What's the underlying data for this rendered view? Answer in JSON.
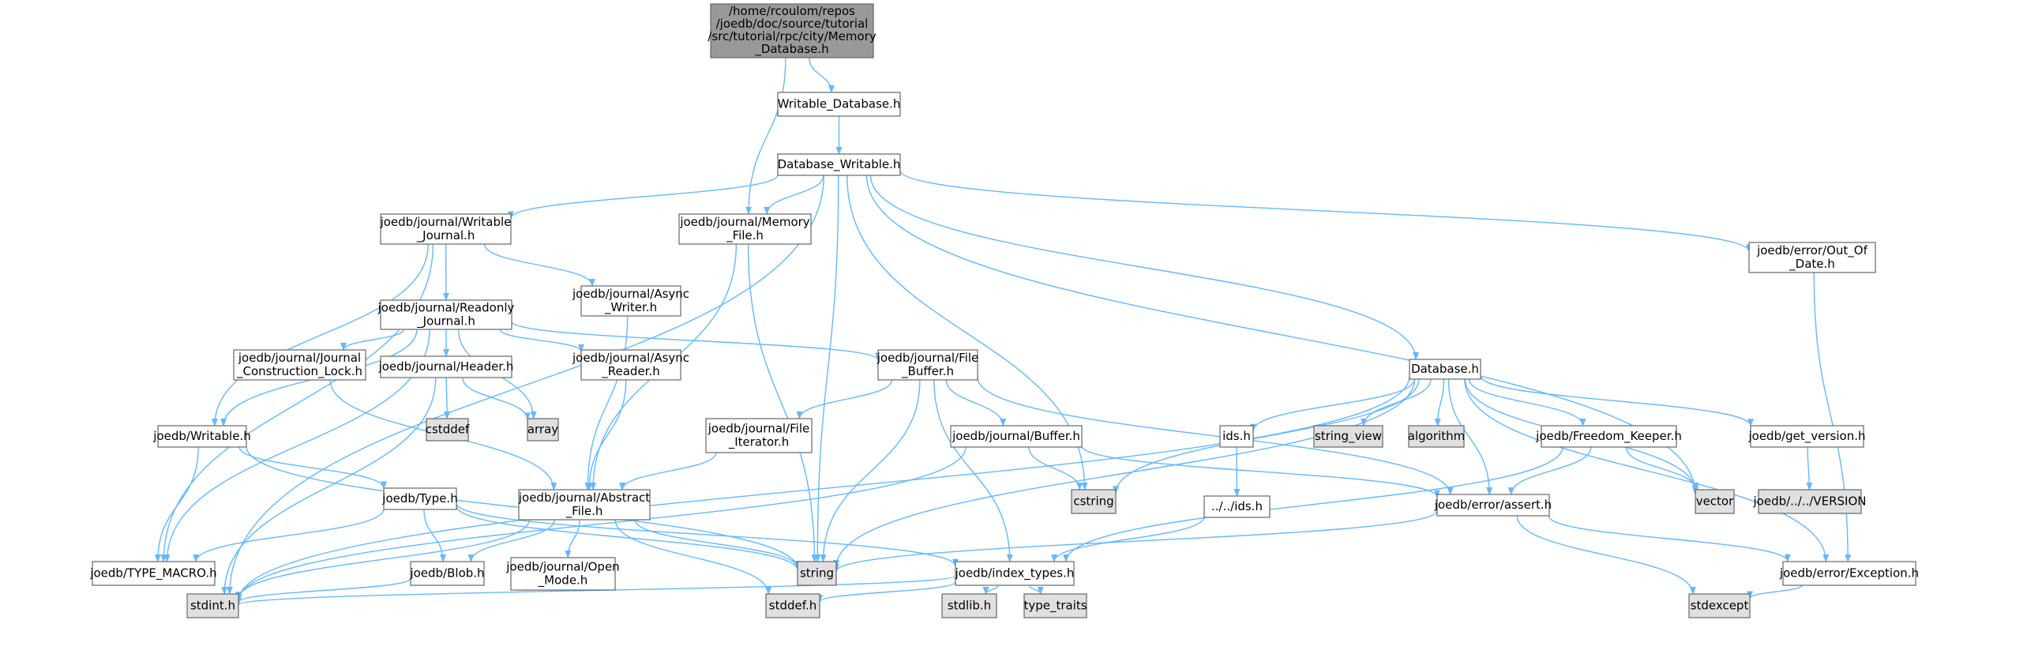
{
  "colors": {
    "edge": "#63b8ff",
    "root_fill": "#999999",
    "node_fill": "#ffffff",
    "system_fill": "#e0e0e0",
    "border": "#666666"
  },
  "nodes": [
    {
      "id": "root",
      "lines": [
        "/home/rcoulom/repos",
        "/joedb/doc/source/tutorial",
        "/src/tutorial/rpc/city/Memory",
        "_Database.h"
      ],
      "kind": "root"
    },
    {
      "id": "writable_database",
      "lines": [
        "Writable_Database.h"
      ],
      "kind": "file"
    },
    {
      "id": "database_writable",
      "lines": [
        "Database_Writable.h"
      ],
      "kind": "file"
    },
    {
      "id": "writable_journal",
      "lines": [
        "joedb/journal/Writable",
        "_Journal.h"
      ],
      "kind": "file"
    },
    {
      "id": "memory_file",
      "lines": [
        "joedb/journal/Memory",
        "_File.h"
      ],
      "kind": "file"
    },
    {
      "id": "out_of_date",
      "lines": [
        "joedb/error/Out_Of",
        "_Date.h"
      ],
      "kind": "file"
    },
    {
      "id": "readonly_journal",
      "lines": [
        "joedb/journal/Readonly",
        "_Journal.h"
      ],
      "kind": "file"
    },
    {
      "id": "async_writer",
      "lines": [
        "joedb/journal/Async",
        "_Writer.h"
      ],
      "kind": "file"
    },
    {
      "id": "journal_lock",
      "lines": [
        "joedb/journal/Journal",
        "_Construction_Lock.h"
      ],
      "kind": "file"
    },
    {
      "id": "header",
      "lines": [
        "joedb/journal/Header.h"
      ],
      "kind": "file"
    },
    {
      "id": "async_reader",
      "lines": [
        "joedb/journal/Async",
        "_Reader.h"
      ],
      "kind": "file"
    },
    {
      "id": "file_buffer",
      "lines": [
        "joedb/journal/File",
        "_Buffer.h"
      ],
      "kind": "file"
    },
    {
      "id": "database",
      "lines": [
        "Database.h"
      ],
      "kind": "file"
    },
    {
      "id": "cstddef",
      "lines": [
        "cstddef"
      ],
      "kind": "system"
    },
    {
      "id": "array",
      "lines": [
        "array"
      ],
      "kind": "system"
    },
    {
      "id": "writable",
      "lines": [
        "joedb/Writable.h"
      ],
      "kind": "file"
    },
    {
      "id": "file_iterator",
      "lines": [
        "joedb/journal/File",
        "_Iterator.h"
      ],
      "kind": "file"
    },
    {
      "id": "buffer",
      "lines": [
        "joedb/journal/Buffer.h"
      ],
      "kind": "file"
    },
    {
      "id": "ids",
      "lines": [
        "ids.h"
      ],
      "kind": "file"
    },
    {
      "id": "string_view",
      "lines": [
        "string_view"
      ],
      "kind": "system"
    },
    {
      "id": "algorithm",
      "lines": [
        "algorithm"
      ],
      "kind": "system"
    },
    {
      "id": "freedom_keeper",
      "lines": [
        "joedb/Freedom_Keeper.h"
      ],
      "kind": "file"
    },
    {
      "id": "get_version",
      "lines": [
        "joedb/get_version.h"
      ],
      "kind": "file"
    },
    {
      "id": "cstring",
      "lines": [
        "cstring"
      ],
      "kind": "system"
    },
    {
      "id": "vector",
      "lines": [
        "vector"
      ],
      "kind": "system"
    },
    {
      "id": "version",
      "lines": [
        "joedb/../../VERSION"
      ],
      "kind": "system"
    },
    {
      "id": "type",
      "lines": [
        "joedb/Type.h"
      ],
      "kind": "file"
    },
    {
      "id": "abstract_file",
      "lines": [
        "joedb/journal/Abstract",
        "_File.h"
      ],
      "kind": "file"
    },
    {
      "id": "ids_up",
      "lines": [
        "../../ids.h"
      ],
      "kind": "file"
    },
    {
      "id": "assert",
      "lines": [
        "joedb/error/assert.h"
      ],
      "kind": "file"
    },
    {
      "id": "type_macro",
      "lines": [
        "joedb/TYPE_MACRO.h"
      ],
      "kind": "file"
    },
    {
      "id": "blob",
      "lines": [
        "joedb/Blob.h"
      ],
      "kind": "file"
    },
    {
      "id": "open_mode",
      "lines": [
        "joedb/journal/Open",
        "_Mode.h"
      ],
      "kind": "file"
    },
    {
      "id": "string",
      "lines": [
        "string"
      ],
      "kind": "system"
    },
    {
      "id": "index_types",
      "lines": [
        "joedb/index_types.h"
      ],
      "kind": "file"
    },
    {
      "id": "exception",
      "lines": [
        "joedb/error/Exception.h"
      ],
      "kind": "file"
    },
    {
      "id": "stdint",
      "lines": [
        "stdint.h"
      ],
      "kind": "system"
    },
    {
      "id": "stddef",
      "lines": [
        "stddef.h"
      ],
      "kind": "system"
    },
    {
      "id": "stdlib",
      "lines": [
        "stdlib.h"
      ],
      "kind": "system"
    },
    {
      "id": "type_traits",
      "lines": [
        "type_traits"
      ],
      "kind": "system"
    },
    {
      "id": "stdexcept",
      "lines": [
        "stdexcept"
      ],
      "kind": "system"
    }
  ],
  "edges": [
    [
      "root",
      "writable_database"
    ],
    [
      "root",
      "memory_file"
    ],
    [
      "writable_database",
      "database_writable"
    ],
    [
      "database_writable",
      "writable_journal"
    ],
    [
      "database_writable",
      "memory_file"
    ],
    [
      "database_writable",
      "string"
    ],
    [
      "database_writable",
      "cstring"
    ],
    [
      "database_writable",
      "database"
    ],
    [
      "database_writable",
      "vector"
    ],
    [
      "database_writable",
      "out_of_date"
    ],
    [
      "database_writable",
      "stdint"
    ],
    [
      "writable_journal",
      "readonly_journal"
    ],
    [
      "writable_journal",
      "async_writer"
    ],
    [
      "writable_journal",
      "writable"
    ],
    [
      "writable_journal",
      "type_macro"
    ],
    [
      "memory_file",
      "abstract_file"
    ],
    [
      "memory_file",
      "string"
    ],
    [
      "out_of_date",
      "exception"
    ],
    [
      "readonly_journal",
      "journal_lock"
    ],
    [
      "readonly_journal",
      "header"
    ],
    [
      "readonly_journal",
      "async_reader"
    ],
    [
      "readonly_journal",
      "file_buffer"
    ],
    [
      "readonly_journal",
      "array"
    ],
    [
      "readonly_journal",
      "writable"
    ],
    [
      "readonly_journal",
      "type_macro"
    ],
    [
      "async_writer",
      "abstract_file"
    ],
    [
      "journal_lock",
      "abstract_file"
    ],
    [
      "header",
      "cstddef"
    ],
    [
      "header",
      "array"
    ],
    [
      "header",
      "stdint"
    ],
    [
      "async_reader",
      "abstract_file"
    ],
    [
      "file_buffer",
      "file_iterator"
    ],
    [
      "file_buffer",
      "buffer"
    ],
    [
      "file_buffer",
      "string"
    ],
    [
      "file_buffer",
      "index_types"
    ],
    [
      "file_buffer",
      "assert"
    ],
    [
      "file_iterator",
      "abstract_file"
    ],
    [
      "buffer",
      "cstring"
    ],
    [
      "buffer",
      "assert"
    ],
    [
      "buffer",
      "stdint"
    ],
    [
      "writable",
      "type"
    ],
    [
      "writable",
      "type_macro"
    ],
    [
      "writable",
      "string"
    ],
    [
      "type",
      "blob"
    ],
    [
      "type",
      "type_macro"
    ],
    [
      "type",
      "string"
    ],
    [
      "type",
      "index_types"
    ],
    [
      "abstract_file",
      "blob"
    ],
    [
      "abstract_file",
      "open_mode"
    ],
    [
      "abstract_file",
      "string"
    ],
    [
      "abstract_file",
      "stdint"
    ],
    [
      "abstract_file",
      "stddef"
    ],
    [
      "blob",
      "stdint"
    ],
    [
      "database",
      "ids"
    ],
    [
      "database",
      "string_view"
    ],
    [
      "database",
      "algorithm"
    ],
    [
      "database",
      "freedom_keeper"
    ],
    [
      "database",
      "get_version"
    ],
    [
      "database",
      "cstring"
    ],
    [
      "database",
      "vector"
    ],
    [
      "database",
      "assert"
    ],
    [
      "database",
      "exception"
    ],
    [
      "database",
      "string"
    ],
    [
      "database",
      "stdint"
    ],
    [
      "ids",
      "ids_up"
    ],
    [
      "ids_up",
      "index_types"
    ],
    [
      "freedom_keeper",
      "assert"
    ],
    [
      "freedom_keeper",
      "vector"
    ],
    [
      "freedom_keeper",
      "index_types"
    ],
    [
      "get_version",
      "version"
    ],
    [
      "assert",
      "exception"
    ],
    [
      "assert",
      "stdexcept"
    ],
    [
      "assert",
      "string"
    ],
    [
      "index_types",
      "stdint"
    ],
    [
      "index_types",
      "stddef"
    ],
    [
      "index_types",
      "stdlib"
    ],
    [
      "index_types",
      "type_traits"
    ],
    [
      "exception",
      "stdexcept"
    ]
  ]
}
